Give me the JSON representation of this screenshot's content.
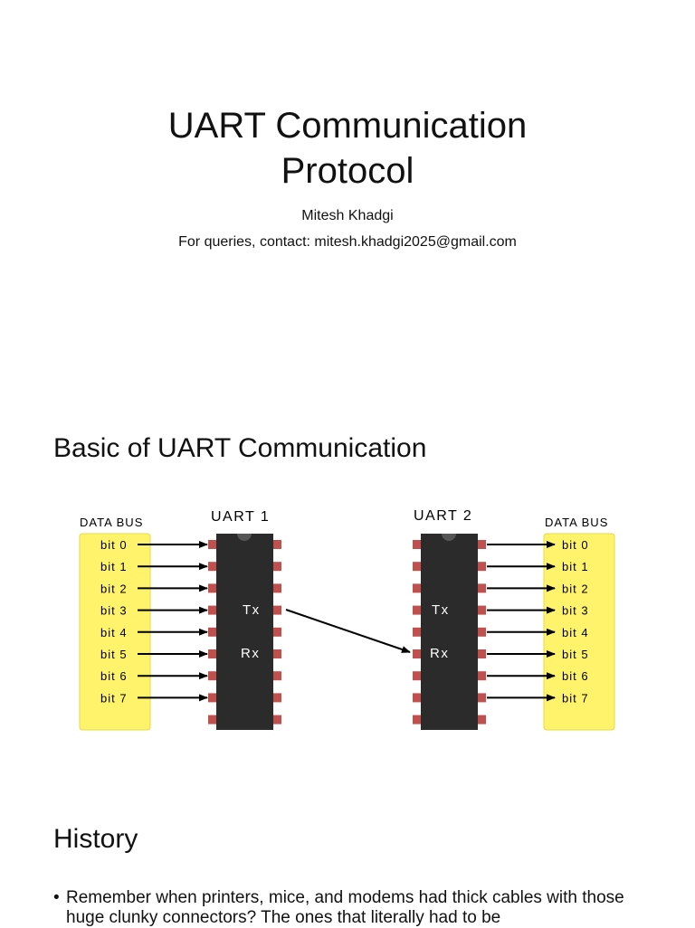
{
  "slides": {
    "title": {
      "title": "UART Communication Protocol",
      "author": "Mitesh Khadgi",
      "contact": "For queries, contact: mitesh.khadgi2025@gmail.com"
    },
    "basic": {
      "heading": "Basic of UART Communication",
      "diagram": {
        "left_bus_label": "DATA BUS",
        "right_bus_label": "DATA BUS",
        "uart1_label": "UART 1",
        "uart2_label": "UART 2",
        "tx_label": "Tx",
        "rx_label": "Rx",
        "bits": [
          "bit 0",
          "bit 1",
          "bit 2",
          "bit 3",
          "bit 4",
          "bit 5",
          "bit 6",
          "bit 7"
        ],
        "colors": {
          "bus_fill": "#fff36b",
          "chip_fill": "#2b2b2b",
          "pin_fill": "#c0504d"
        }
      }
    },
    "history": {
      "heading": "History",
      "bullet": "Remember when printers, mice, and modems had thick cables with those huge clunky connectors? The ones that literally had to be"
    }
  }
}
